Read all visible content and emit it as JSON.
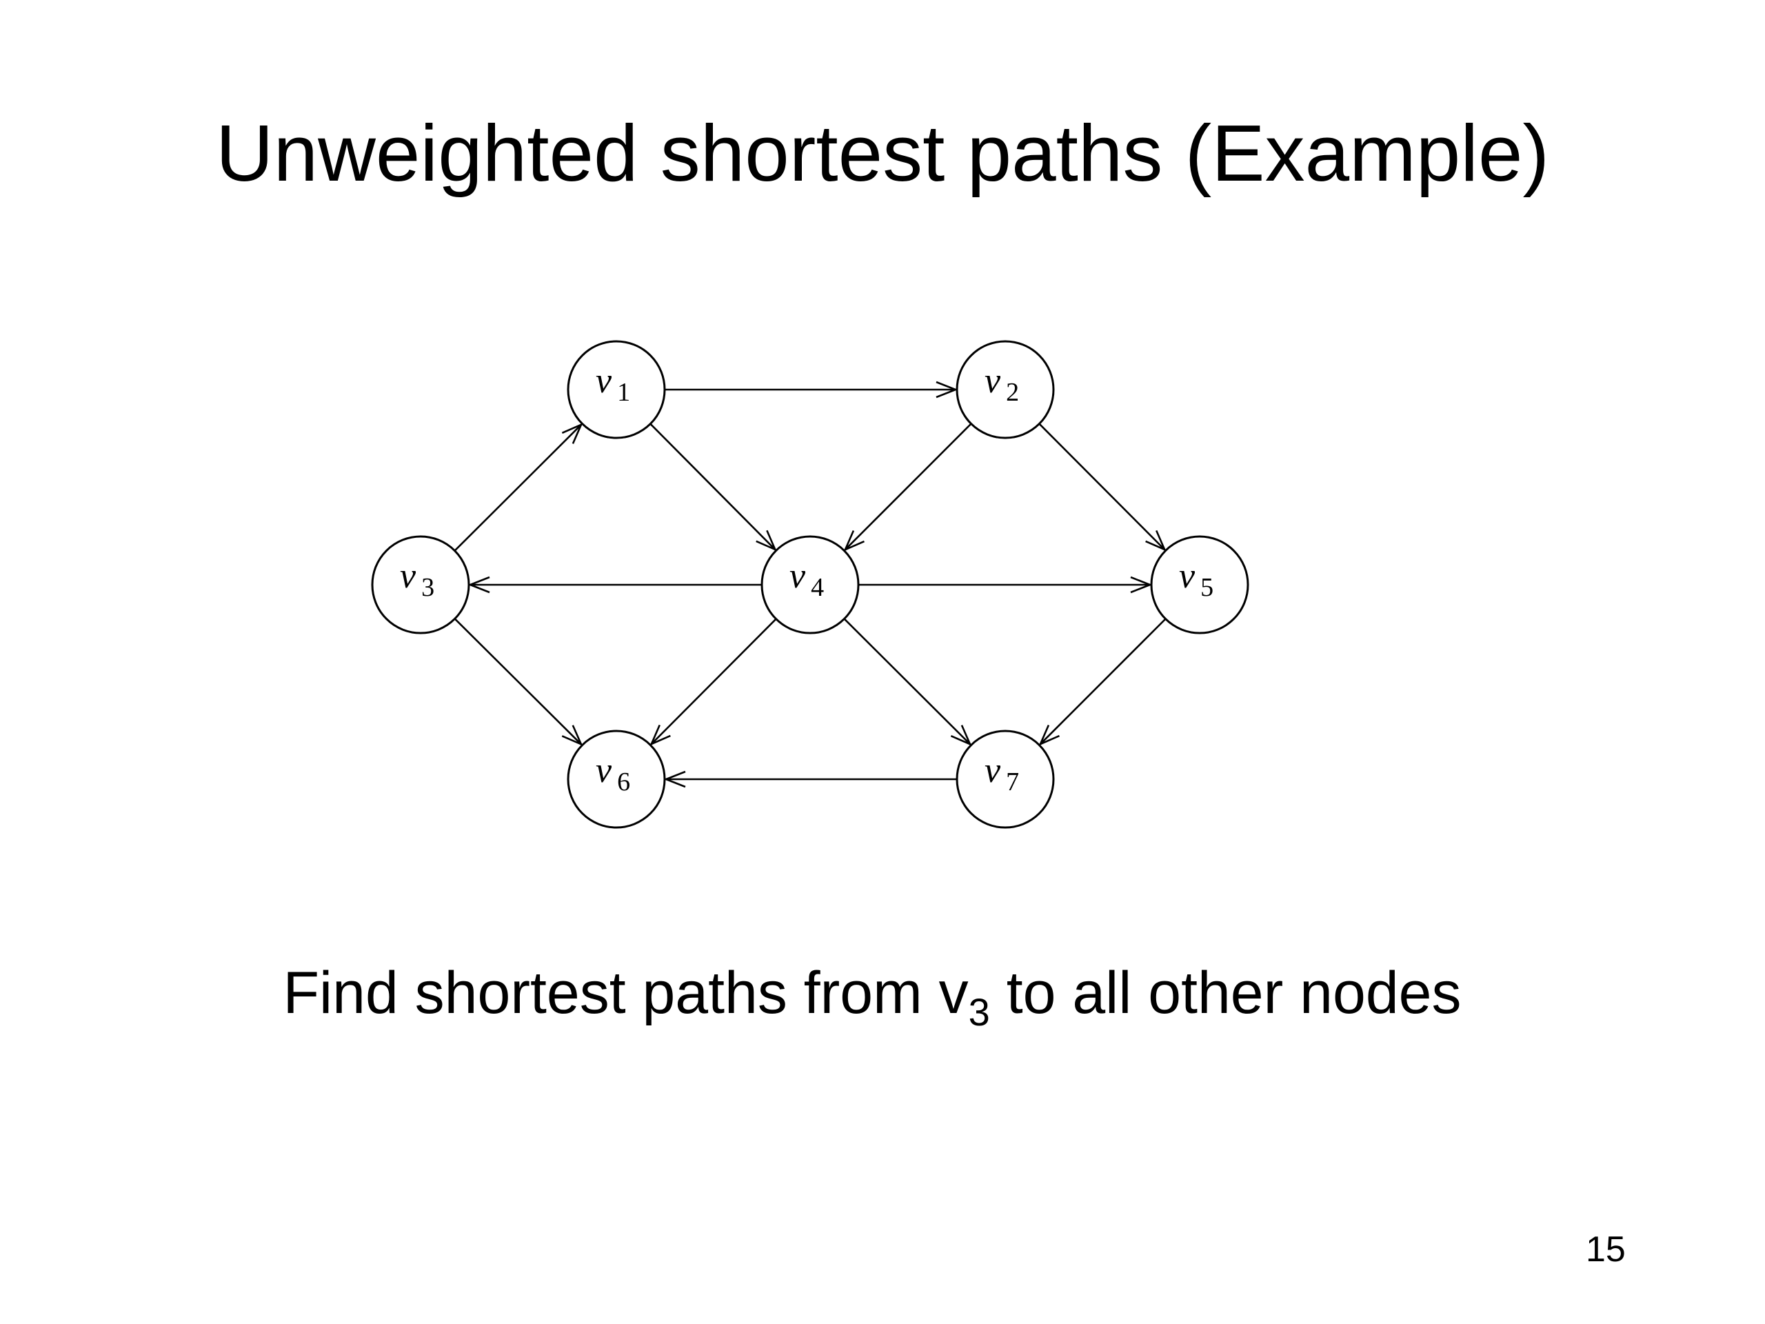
{
  "slide": {
    "title": "Unweighted shortest paths (Example)",
    "caption_pre": "Find shortest paths from v",
    "caption_sub": "3",
    "caption_post": " to all other nodes",
    "page_number": "15"
  },
  "graph": {
    "directed": true,
    "nodes": [
      {
        "id": "v1",
        "label": "v",
        "sub": "1"
      },
      {
        "id": "v2",
        "label": "v",
        "sub": "2"
      },
      {
        "id": "v3",
        "label": "v",
        "sub": "3"
      },
      {
        "id": "v4",
        "label": "v",
        "sub": "4"
      },
      {
        "id": "v5",
        "label": "v",
        "sub": "5"
      },
      {
        "id": "v6",
        "label": "v",
        "sub": "6"
      },
      {
        "id": "v7",
        "label": "v",
        "sub": "7"
      }
    ],
    "edges": [
      {
        "from": "v1",
        "to": "v2"
      },
      {
        "from": "v1",
        "to": "v4"
      },
      {
        "from": "v2",
        "to": "v4"
      },
      {
        "from": "v2",
        "to": "v5"
      },
      {
        "from": "v3",
        "to": "v1"
      },
      {
        "from": "v3",
        "to": "v6"
      },
      {
        "from": "v4",
        "to": "v3"
      },
      {
        "from": "v4",
        "to": "v5"
      },
      {
        "from": "v4",
        "to": "v6"
      },
      {
        "from": "v4",
        "to": "v7"
      },
      {
        "from": "v5",
        "to": "v7"
      },
      {
        "from": "v7",
        "to": "v6"
      }
    ]
  }
}
